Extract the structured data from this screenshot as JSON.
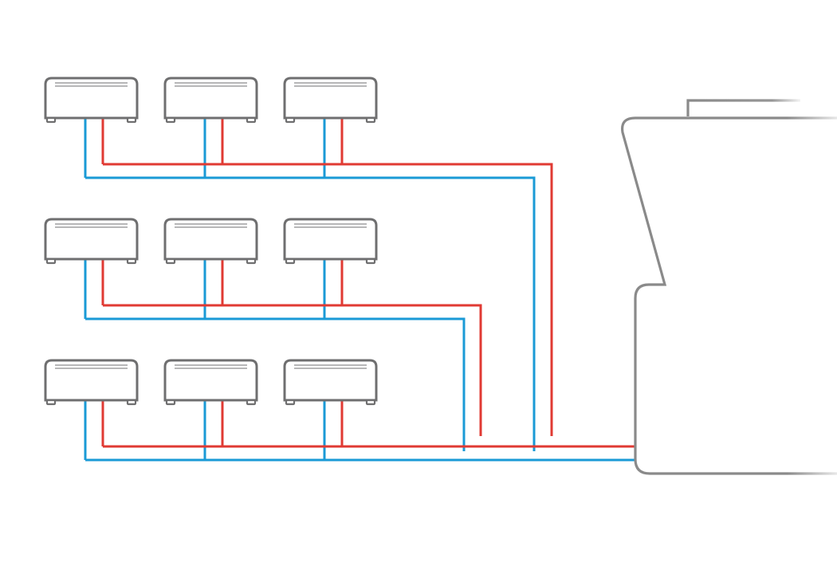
{
  "diagram": {
    "type": "heating-piping-schematic",
    "rows_of_radiators": 3,
    "radiators_per_row": 3,
    "colors": {
      "supply_pipe": "#e03a33",
      "return_pipe": "#1a9ad6",
      "unit_outline": "#6f6f70",
      "boiler_outline": "#8a8a8a",
      "background": "#ffffff"
    },
    "icons": {
      "radiator": "radiator-unit-icon",
      "heat_source": "boiler-unit-icon"
    }
  }
}
